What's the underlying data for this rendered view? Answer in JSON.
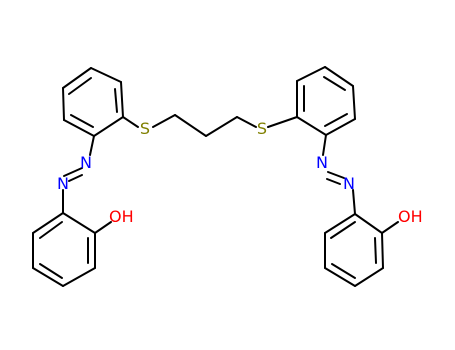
{
  "molecule": {
    "atoms": {
      "s_left": "S",
      "s_right": "S",
      "n_left_upper": "N",
      "n_left_lower": "N",
      "n_right_upper": "N",
      "n_right_lower": "N",
      "oh_left": "OH",
      "oh_right": "OH"
    },
    "colors": {
      "bond": "#000000",
      "sulfur": "#808000",
      "nitrogen": "#0000ff",
      "oxygen": "#ff0000"
    }
  }
}
